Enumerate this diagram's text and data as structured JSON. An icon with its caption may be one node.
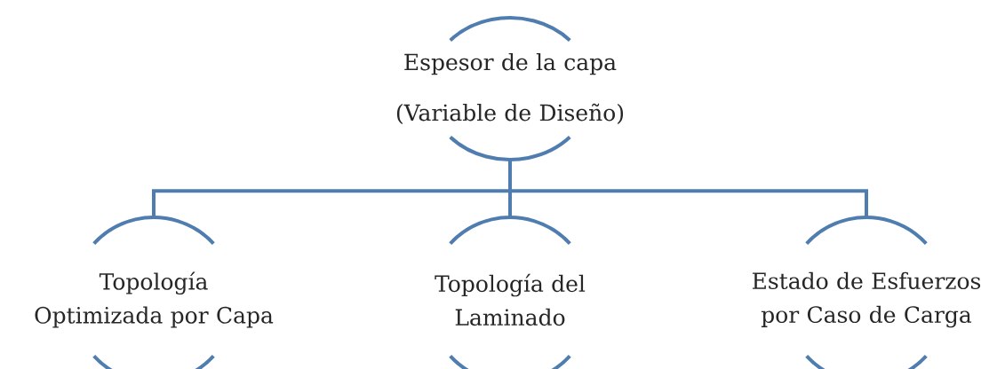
{
  "diagram": {
    "nodes": [
      {
        "text": [
          "Espesor de la capa (Variable de Diseño)"
        ]
      },
      {
        "text": [
          "Topología Optimizada por Capa"
        ]
      },
      {
        "text": [
          "Topología del Laminado"
        ]
      },
      {
        "text": [
          "Estado de Esfuerzos por Caso de Carga"
        ]
      }
    ],
    "edges": [
      {
        "from": 0,
        "to": 1,
        "arrow": "none"
      },
      {
        "from": 0,
        "to": 2,
        "arrow": "none"
      },
      {
        "from": 0,
        "to": 3,
        "arrow": "none"
      }
    ]
  }
}
